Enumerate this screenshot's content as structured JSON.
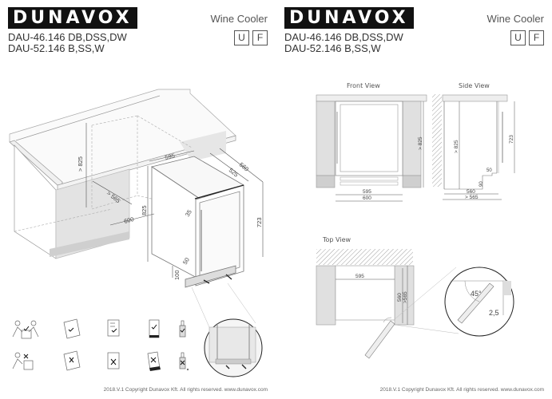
{
  "pages": [
    {
      "brand": "DUNAVOX",
      "models": [
        "DAU-46.146 DB,DSS,DW",
        "DAU-52.146 B,SS,W"
      ],
      "category": "Wine Cooler",
      "badges": [
        "U",
        "F"
      ],
      "install_diagram": {
        "dimensions": {
          "niche_height": "> 825",
          "niche_depth": "> 565",
          "niche_width": "600",
          "unit_width": "595",
          "unit_depth_body": "525",
          "unit_depth_total": "560",
          "unit_height": "723",
          "niche_height_front": "825",
          "door_offset": "35",
          "plinth_clearance": "50",
          "plinth_height": "100"
        }
      },
      "icons": {
        "row_do": [
          "two-person-lift-icon",
          "read-manual-icon",
          "checklist-icon",
          "upright-unit-icon",
          "bottle-icon"
        ],
        "row_dont": [
          "single-person-lift-icon",
          "skip-manual-icon",
          "no-checklist-icon",
          "tilted-unit-icon",
          "bottle-icon"
        ]
      },
      "footer": "2018.V.1 Copyright Dunavox Kft. All rights reserved.   www.dunavox.com"
    },
    {
      "brand": "DUNAVOX",
      "models": [
        "DAU-46.146 DB,DSS,DW",
        "DAU-52.146 B,SS,W"
      ],
      "category": "Wine Cooler",
      "badges": [
        "U",
        "F"
      ],
      "front_view": {
        "title": "Front View",
        "height": "> 825",
        "inner_width": "595",
        "outer_width": "600"
      },
      "side_view": {
        "title": "Side View",
        "niche_height": "> 825",
        "unit_height": "723",
        "plinth_setback": "50",
        "plinth_height": "90",
        "unit_depth": "560",
        "niche_depth": "> 565"
      },
      "top_view": {
        "title": "Top View",
        "width": "595",
        "depth": "560",
        "niche_depth": ">565"
      },
      "detail": {
        "angle": "45°",
        "gap": "2,5"
      },
      "footer": "2018.V.1 Copyright Dunavox Kft. All rights reserved.   www.dunavox.com"
    }
  ]
}
